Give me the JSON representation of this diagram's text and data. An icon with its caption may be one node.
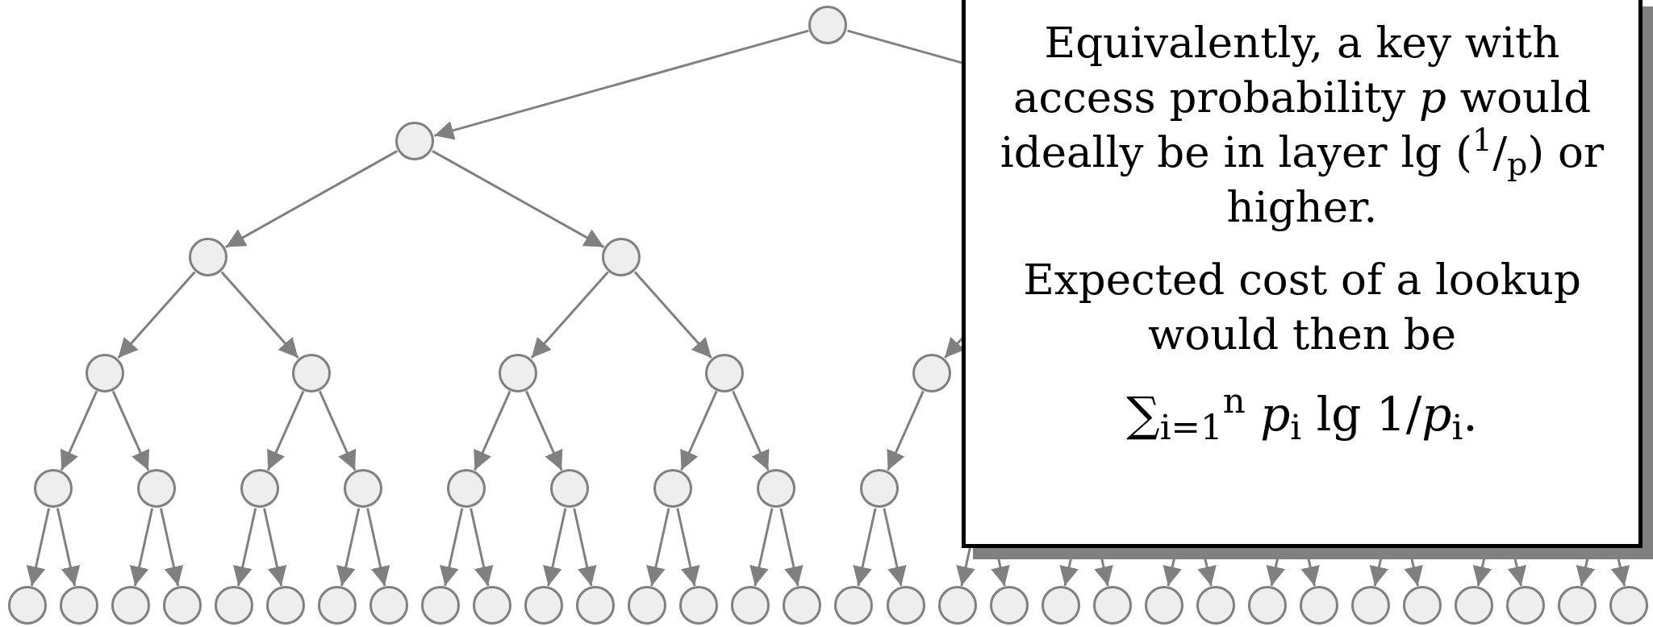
{
  "diagram": {
    "nodes": [
      {
        "text": [],
        "shape": "circle"
      },
      {
        "text": [],
        "shape": "circle"
      },
      {
        "text": [],
        "shape": "circle"
      },
      {
        "text": [],
        "shape": "circle"
      },
      {
        "text": [],
        "shape": "circle"
      },
      {
        "text": [],
        "shape": "circle"
      },
      {
        "text": [],
        "shape": "circle"
      },
      {
        "text": [],
        "shape": "circle"
      },
      {
        "text": [],
        "shape": "circle"
      },
      {
        "text": [],
        "shape": "circle"
      },
      {
        "text": [],
        "shape": "circle"
      },
      {
        "text": [],
        "shape": "circle"
      },
      {
        "text": [],
        "shape": "circle"
      },
      {
        "text": [],
        "shape": "circle"
      },
      {
        "text": [],
        "shape": "circle"
      },
      {
        "text": [],
        "shape": "circle"
      },
      {
        "text": [],
        "shape": "circle"
      },
      {
        "text": [],
        "shape": "circle"
      },
      {
        "text": [],
        "shape": "circle"
      },
      {
        "text": [],
        "shape": "circle"
      },
      {
        "text": [],
        "shape": "circle"
      },
      {
        "text": [],
        "shape": "circle"
      },
      {
        "text": [],
        "shape": "circle"
      },
      {
        "text": [],
        "shape": "circle"
      },
      {
        "text": [],
        "shape": "circle"
      },
      {
        "text": [],
        "shape": "circle"
      },
      {
        "text": [],
        "shape": "circle"
      },
      {
        "text": [],
        "shape": "circle"
      },
      {
        "text": [],
        "shape": "circle"
      },
      {
        "text": [],
        "shape": "circle"
      },
      {
        "text": [],
        "shape": "circle"
      },
      {
        "text": [],
        "shape": "circle"
      },
      {
        "text": [],
        "shape": "circle"
      },
      {
        "text": [],
        "shape": "circle"
      },
      {
        "text": [],
        "shape": "circle"
      },
      {
        "text": [],
        "shape": "circle"
      },
      {
        "text": [],
        "shape": "circle"
      },
      {
        "text": [],
        "shape": "circle"
      },
      {
        "text": [],
        "shape": "circle"
      },
      {
        "text": [],
        "shape": "circle"
      },
      {
        "text": [],
        "shape": "circle"
      },
      {
        "text": [],
        "shape": "circle"
      },
      {
        "text": [],
        "shape": "circle"
      },
      {
        "text": [],
        "shape": "circle"
      },
      {
        "text": [],
        "shape": "circle"
      },
      {
        "text": [],
        "shape": "circle"
      },
      {
        "text": [],
        "shape": "circle"
      },
      {
        "text": [],
        "shape": "circle"
      },
      {
        "text": [],
        "shape": "circle"
      },
      {
        "text": [],
        "shape": "circle"
      },
      {
        "text": [
          "Equivalently, a key with access probability *p* would ideally be in layer lg ($^{1}$/$_{p}$) or higher.",
          "Expected cost of a lookup would then be",
          "∑$_{i=1}$$^{n}$ *p*$_{i}$ lg 1/*p*$_{i}$."
        ]
      }
    ],
    "edges": [
      {
        "from": 0,
        "to": 1,
        "arrow": "to"
      },
      {
        "from": 0,
        "to": 50,
        "arrow": "none"
      },
      {
        "from": 1,
        "to": 2,
        "arrow": "to"
      },
      {
        "from": 1,
        "to": 3,
        "arrow": "to"
      },
      {
        "from": 2,
        "to": 4,
        "arrow": "to"
      },
      {
        "from": 2,
        "to": 5,
        "arrow": "to"
      },
      {
        "from": 3,
        "to": 6,
        "arrow": "to"
      },
      {
        "from": 3,
        "to": 7,
        "arrow": "to"
      },
      {
        "from": 50,
        "to": 8,
        "arrow": "to"
      },
      {
        "from": 4,
        "to": 9,
        "arrow": "to"
      },
      {
        "from": 4,
        "to": 10,
        "arrow": "to"
      },
      {
        "from": 5,
        "to": 11,
        "arrow": "to"
      },
      {
        "from": 5,
        "to": 12,
        "arrow": "to"
      },
      {
        "from": 6,
        "to": 13,
        "arrow": "to"
      },
      {
        "from": 6,
        "to": 14,
        "arrow": "to"
      },
      {
        "from": 7,
        "to": 15,
        "arrow": "to"
      },
      {
        "from": 7,
        "to": 16,
        "arrow": "to"
      },
      {
        "from": 8,
        "to": 17,
        "arrow": "to"
      },
      {
        "from": 9,
        "to": 18,
        "arrow": "to"
      },
      {
        "from": 9,
        "to": 19,
        "arrow": "to"
      },
      {
        "from": 10,
        "to": 20,
        "arrow": "to"
      },
      {
        "from": 10,
        "to": 21,
        "arrow": "to"
      },
      {
        "from": 11,
        "to": 22,
        "arrow": "to"
      },
      {
        "from": 11,
        "to": 23,
        "arrow": "to"
      },
      {
        "from": 12,
        "to": 24,
        "arrow": "to"
      },
      {
        "from": 12,
        "to": 25,
        "arrow": "to"
      },
      {
        "from": 13,
        "to": 26,
        "arrow": "to"
      },
      {
        "from": 13,
        "to": 27,
        "arrow": "to"
      },
      {
        "from": 14,
        "to": 28,
        "arrow": "to"
      },
      {
        "from": 14,
        "to": 29,
        "arrow": "to"
      },
      {
        "from": 15,
        "to": 30,
        "arrow": "to"
      },
      {
        "from": 15,
        "to": 31,
        "arrow": "to"
      },
      {
        "from": 16,
        "to": 32,
        "arrow": "to"
      },
      {
        "from": 16,
        "to": 33,
        "arrow": "to"
      },
      {
        "from": 17,
        "to": 34,
        "arrow": "to"
      },
      {
        "from": 17,
        "to": 35,
        "arrow": "to"
      },
      {
        "from": 50,
        "to": 36,
        "arrow": "to"
      },
      {
        "from": 50,
        "to": 37,
        "arrow": "to"
      },
      {
        "from": 50,
        "to": 38,
        "arrow": "to"
      },
      {
        "from": 50,
        "to": 39,
        "arrow": "to"
      },
      {
        "from": 50,
        "to": 40,
        "arrow": "to"
      },
      {
        "from": 50,
        "to": 41,
        "arrow": "to"
      },
      {
        "from": 50,
        "to": 42,
        "arrow": "to"
      },
      {
        "from": 50,
        "to": 43,
        "arrow": "to"
      },
      {
        "from": 50,
        "to": 44,
        "arrow": "to"
      },
      {
        "from": 50,
        "to": 45,
        "arrow": "to"
      },
      {
        "from": 50,
        "to": 46,
        "arrow": "to"
      },
      {
        "from": 50,
        "to": 47,
        "arrow": "to"
      },
      {
        "from": 50,
        "to": 48,
        "arrow": "to"
      },
      {
        "from": 50,
        "to": 49,
        "arrow": "to"
      }
    ]
  }
}
